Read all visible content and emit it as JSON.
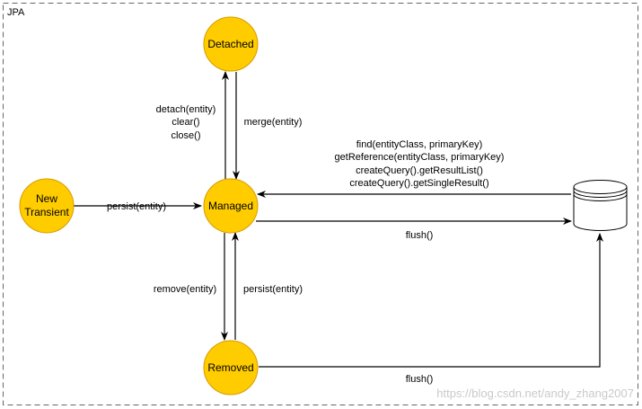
{
  "frame": {
    "title": "JPA"
  },
  "colors": {
    "state_fill": "#ffcc00",
    "state_stroke": "#d79b00",
    "line": "#000000",
    "frame_border": "#666666",
    "watermark": "#c9c9c9"
  },
  "states": {
    "detached": {
      "label": "Detached"
    },
    "managed": {
      "label": "Managed"
    },
    "transient": {
      "label_line1": "New",
      "label_line2": "Transient"
    },
    "removed": {
      "label": "Removed"
    }
  },
  "database": {
    "icon": "database-icon"
  },
  "transitions": {
    "detach": [
      "detach(entity)",
      "clear()",
      "close()"
    ],
    "merge": "merge(entity)",
    "persist_new": "persist(entity)",
    "find": [
      "find(entityClass, primaryKey)",
      "getReference(entityClass, primaryKey)",
      "createQuery().getResultList()",
      "createQuery().getSingleResult()"
    ],
    "flush_managed": "flush()",
    "remove": "remove(entity)",
    "persist_removed": "persist(entity)",
    "flush_removed": "flush()"
  },
  "watermark": "https://blog.csdn.net/andy_zhang2007"
}
